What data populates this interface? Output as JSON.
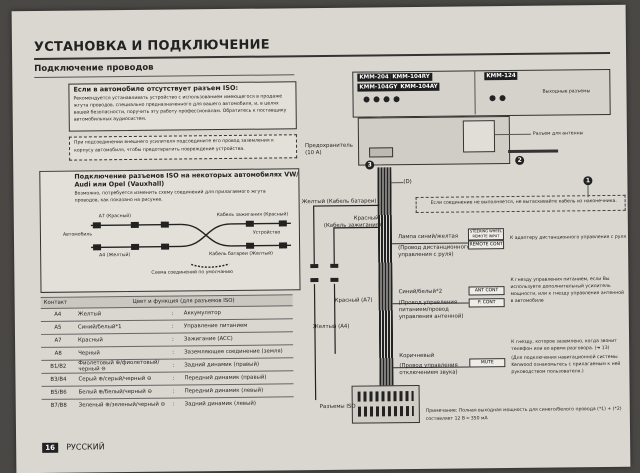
{
  "header": {
    "title": "УСТАНОВКА И ПОДКЛЮЧЕНИЕ",
    "subtitle": "Подключение проводов"
  },
  "iso_box": {
    "title": "Если в автомобиле отсутствует разъем ISO:",
    "lines": [
      "Рекомендуется устанавливать устройство с использованием имеющегося в продаже",
      "жгута проводов, специально предназначенного для вашего автомобиля, и, в целях",
      "вашей безопасности, поручить эту работу профессионалам. Обратитесь к поставщику",
      "автомобильных аудиосистем."
    ]
  },
  "amp_note": {
    "lines": [
      "При подсоединении внешнего усилителя подсоедините его провод заземления к",
      "корпусу автомобиля, чтобы предотвратить повреждение устройства."
    ]
  },
  "vw_box": {
    "title_line1": "Подключение разъемов ISO на некоторых автомобилях VW/",
    "title_line2": "Audi или Opel (Vauxhall)",
    "desc_line1": "Возможно, потребуется изменить схему соединений для прилагаемого жгута",
    "desc_line2": "проводов, как показано на рисунке.",
    "a7_red": "A7 (Красный)",
    "ign_cable_red": "Кабель зажигания (Красный)",
    "car": "Автомобиль",
    "device": "Устройство",
    "a4_yellow": "A4 (Желтый)",
    "battery_yellow": "Кабель батареи (Желтый)",
    "default_scheme": "Схема соединений по умолчанию"
  },
  "table": {
    "headers": [
      "Контакт",
      "Цвет и функция (для разъемов ISO)"
    ],
    "rows": [
      {
        "pin": "A4",
        "color": "Желтый",
        "func": "Аккумулятор"
      },
      {
        "pin": "A5",
        "color": "Синий/белый*1",
        "func": "Управление питанием"
      },
      {
        "pin": "A7",
        "color": "Красный",
        "func": "Зажигание (ACC)"
      },
      {
        "pin": "A8",
        "color": "Черный",
        "func": "Заземляющее соединение (земля)"
      },
      {
        "pin": "B1/B2",
        "color": "Фиолетовый ⊕/фиолетовый/черный ⊖",
        "func": "Задний динамик (правый)"
      },
      {
        "pin": "B3/B4",
        "color": "Серый ⊕/серый/черный ⊖",
        "func": "Передний динамик (правый)"
      },
      {
        "pin": "B5/B6",
        "color": "Белый ⊕/белый/черный ⊖",
        "func": "Передний динамик (левый)"
      },
      {
        "pin": "B7/B8",
        "color": "Зеленый ⊕/зеленый/черный ⊖",
        "func": "Задний динамик (левый)"
      }
    ]
  },
  "unit": {
    "tag1": "KMM-204",
    "tag2": "KMM-104RY",
    "tag3": "KMM-104GY",
    "tag4": "KMM-104AY",
    "tag5": "KMM-124",
    "outputs": "Выходные разъемы",
    "antenna": "Разъем для антенны",
    "fuse_line1": "Предохранитель",
    "fuse_line2": "(10 A)",
    "d_label": "(D)",
    "circle1": "1",
    "circle2": "2",
    "circle3": "3"
  },
  "wiring": {
    "not_connected": "Если соединение не выполняется, не вытаскивайте кабель из наконечника.",
    "yellow_battery": "Желтый (Кабель батареи)",
    "red_ign_1": "Красный",
    "red_ign_2": "(Кабель зажигания)",
    "lamp_1": "Лампа синий/желтая",
    "lamp_2": "(Провод дистанционного",
    "lamp_3": "управления с руля)",
    "steering_term_1": "STEERING WHEEL",
    "steering_term_2": "REMOTE INPUT",
    "remote_cont": "REMOTE CONT",
    "steering_adapter": "К адаптеру дистанционного управления с руля",
    "red_a7": "Красный (A7)",
    "yellow_a4": "Желтый (A4)",
    "blue_white_1": "Синий/белый*2",
    "blue_white_2": "(Провод управления",
    "blue_white_3": "питанием/провод",
    "blue_white_4": "управления антенной)",
    "ant_cont": "ANT CONT",
    "p_cont": "P. CONT",
    "power_ctrl_1": "К гнезду управления питанием, если Вы",
    "power_ctrl_2": "используете дополнительный усилитель",
    "power_ctrl_3": "мощности, или к гнезду управления антенной",
    "power_ctrl_4": "в автомобиле",
    "brown_1": "Коричневый",
    "brown_2": "(Провод управления",
    "brown_3": "отключением звука)",
    "mute": "MUTE",
    "mute_desc_1": "К гнезду, которое заземлено, когда звонит",
    "mute_desc_2": "телефон или во время разговора. (➜ 13)",
    "mute_desc_3": "(Для подключения навигационной системы",
    "mute_desc_4": "Kenwood ознакомьтесь с прилагаемым к ней",
    "mute_desc_5": "руководством пользователя.)",
    "iso_connectors": "Разъемы ISO",
    "note_1": "Примечание: Полная выходная мощность для синего/белого провода (*1) + (*2)",
    "note_2": "составляет 12 В ═ 350 мА"
  },
  "footer": {
    "page_number": "16",
    "language": "РУССКИЙ"
  }
}
